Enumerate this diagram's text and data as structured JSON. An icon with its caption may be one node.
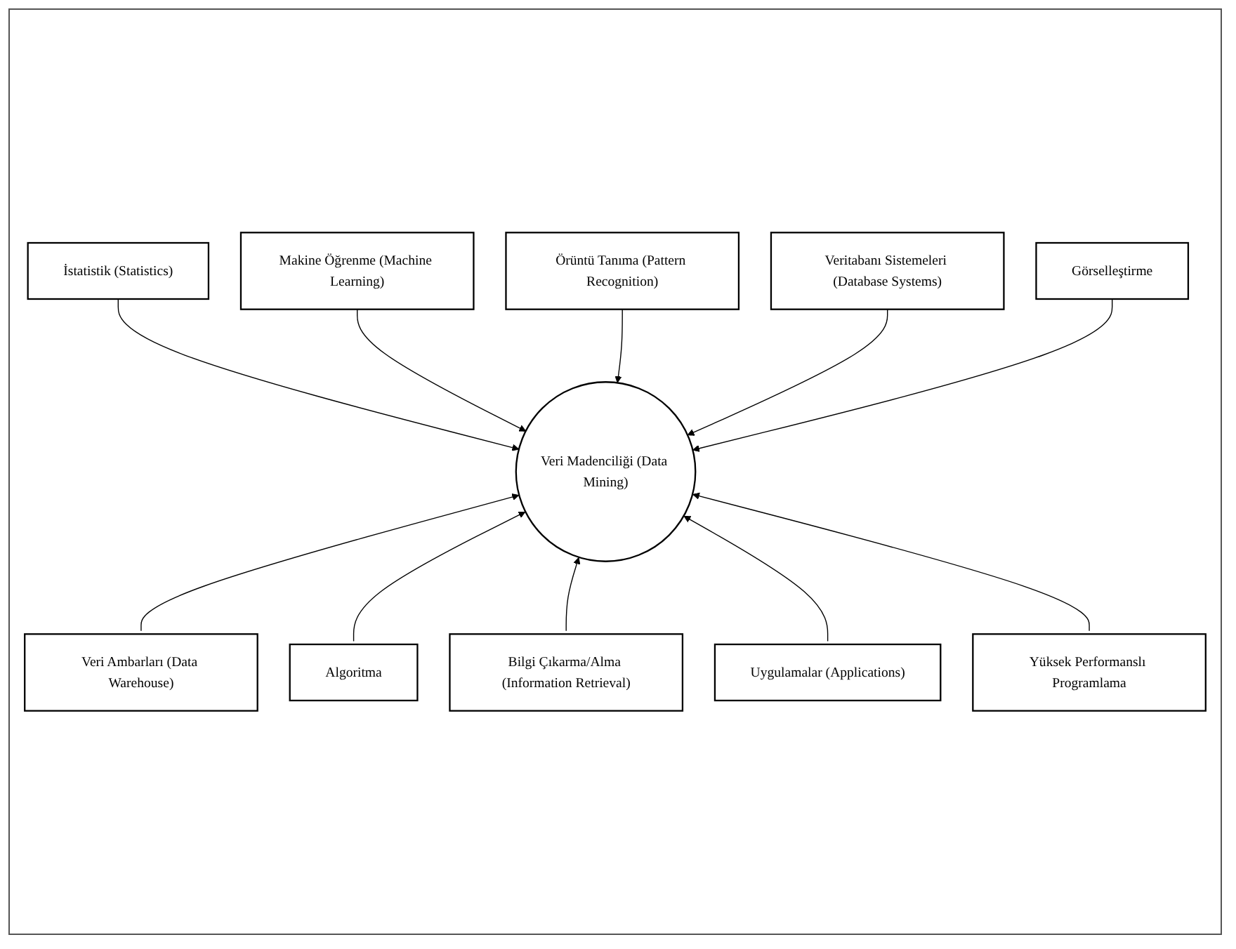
{
  "diagram": {
    "nodes": [
      {
        "text": [
          "İstatistik (Statistics)"
        ]
      },
      {
        "text": [
          "Makine Öğrenme (Machine Learning)"
        ]
      },
      {
        "text": [
          "Örüntü Tanıma (Pattern Recognition)"
        ]
      },
      {
        "text": [
          "Veritabanı Sistemeleri (Database Systems)"
        ]
      },
      {
        "text": [
          "Görselleştirme"
        ]
      },
      {
        "text": [
          "Veri Madenciliği (Data Mining)"
        ]
      },
      {
        "text": [
          "Veri Ambarları (Data Warehouse)"
        ]
      },
      {
        "text": [
          "Algoritma"
        ]
      },
      {
        "text": [
          "Bilgi Çıkarma/Alma (Information Retrieval)"
        ]
      },
      {
        "text": [
          "Uygulamalar (Applications)"
        ]
      },
      {
        "text": [
          "Yüksek Performanslı Programlama"
        ]
      }
    ],
    "edges": [
      {
        "from": 0,
        "to": 5,
        "arrow": "to"
      },
      {
        "from": 1,
        "to": 5,
        "arrow": "to"
      },
      {
        "from": 2,
        "to": 5,
        "arrow": "to"
      },
      {
        "from": 3,
        "to": 5,
        "arrow": "to"
      },
      {
        "from": 4,
        "to": 5,
        "arrow": "to"
      },
      {
        "from": 6,
        "to": 5,
        "arrow": "to"
      },
      {
        "from": 7,
        "to": 5,
        "arrow": "to"
      },
      {
        "from": 8,
        "to": 5,
        "arrow": "to"
      },
      {
        "from": 9,
        "to": 5,
        "arrow": "to"
      },
      {
        "from": 10,
        "to": 5,
        "arrow": "to"
      }
    ]
  }
}
